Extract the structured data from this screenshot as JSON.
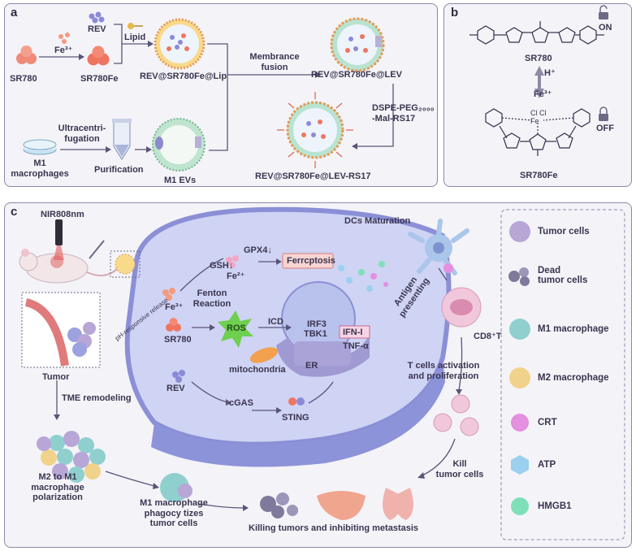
{
  "panel_a": {
    "label": "a",
    "rev": "REV",
    "fe3": "Fe³⁺",
    "sr780": "SR780",
    "sr780fe": "SR780Fe",
    "lipid": "Lipid",
    "rev_lip": "REV@SR780Fe@Lip",
    "membrane_fusion_1": "Membrance",
    "membrane_fusion_2": "fusion",
    "rev_lev": "REV@SR780Fe@LEV",
    "dspe_1": "DSPE-PEG₂₀₀₀",
    "dspe_2": "-Mal-RS17",
    "m1_mac_1": "M1",
    "m1_mac_2": "macrophages",
    "ultracentri_1": "Ultracentri-",
    "ultracentri_2": "fugation",
    "purification": "Purification",
    "m1_evs": "M1 EVs",
    "rev_lev_rs17": "REV@SR780Fe@LEV-RS17"
  },
  "panel_b": {
    "label": "b",
    "sr780": "SR780",
    "on": "ON",
    "h_plus": "H⁺",
    "fe3": "Fe³⁺",
    "off": "OFF",
    "sr780fe": "SR780Fe"
  },
  "panel_c": {
    "label": "c",
    "nir": "NIR808nm",
    "tumor": "Tumor",
    "tme": "TME remodeling",
    "m2m1_1": "M2 to M1",
    "m2m1_2": "macrophage",
    "m2m1_3": "polarization",
    "m1_phago_1": "M1 macrophage",
    "m1_phago_2": "phagocy tizes",
    "m1_phago_3": "tumor cells",
    "killing": "Killing tumors and inhibiting metastasis",
    "ph_release": "pH-responsive release",
    "gsh": "GSH↓",
    "gpx4": "GPX4↓",
    "ferroptosis": "Ferrcptosis",
    "fe2": "Fe²⁺",
    "fe3": "Fe³⁺",
    "fenton_1": "Fenton",
    "fenton_2": "Reaction",
    "sr780": "SR780",
    "ros": "ROS",
    "icd": "ICD",
    "mitochondria": "mitochondria",
    "rev": "REV",
    "cgas": "cGAS",
    "sting": "STING",
    "irf3": "IRF3",
    "tbk1": "TBK1",
    "ifn": "IFN-I",
    "tnf": "TNF-α",
    "er": "ER",
    "dcs": "DCs Maturation",
    "antigen_1": "Antigen",
    "antigen_2": "presenting",
    "cd8": "CD8⁺T",
    "tcell_1": "T cells activation",
    "tcell_2": "and proliferation",
    "kill_1": "Kill",
    "kill_2": "tumor cells"
  },
  "legend": [
    {
      "label": "Tumor cells",
      "color": "#b7a6d6"
    },
    {
      "label": "Dead",
      "label2": "tumor cells",
      "color": "#7f7a9c"
    },
    {
      "label": "M1 macrophage",
      "color": "#8fd0cf"
    },
    {
      "label": "M2 macrophage",
      "color": "#f1d28a"
    },
    {
      "label": "CRT",
      "color": "#e48fe0"
    },
    {
      "label": "ATP",
      "color": "#9bd0ee"
    },
    {
      "label": "HMGB1",
      "color": "#7ee0b8"
    }
  ]
}
